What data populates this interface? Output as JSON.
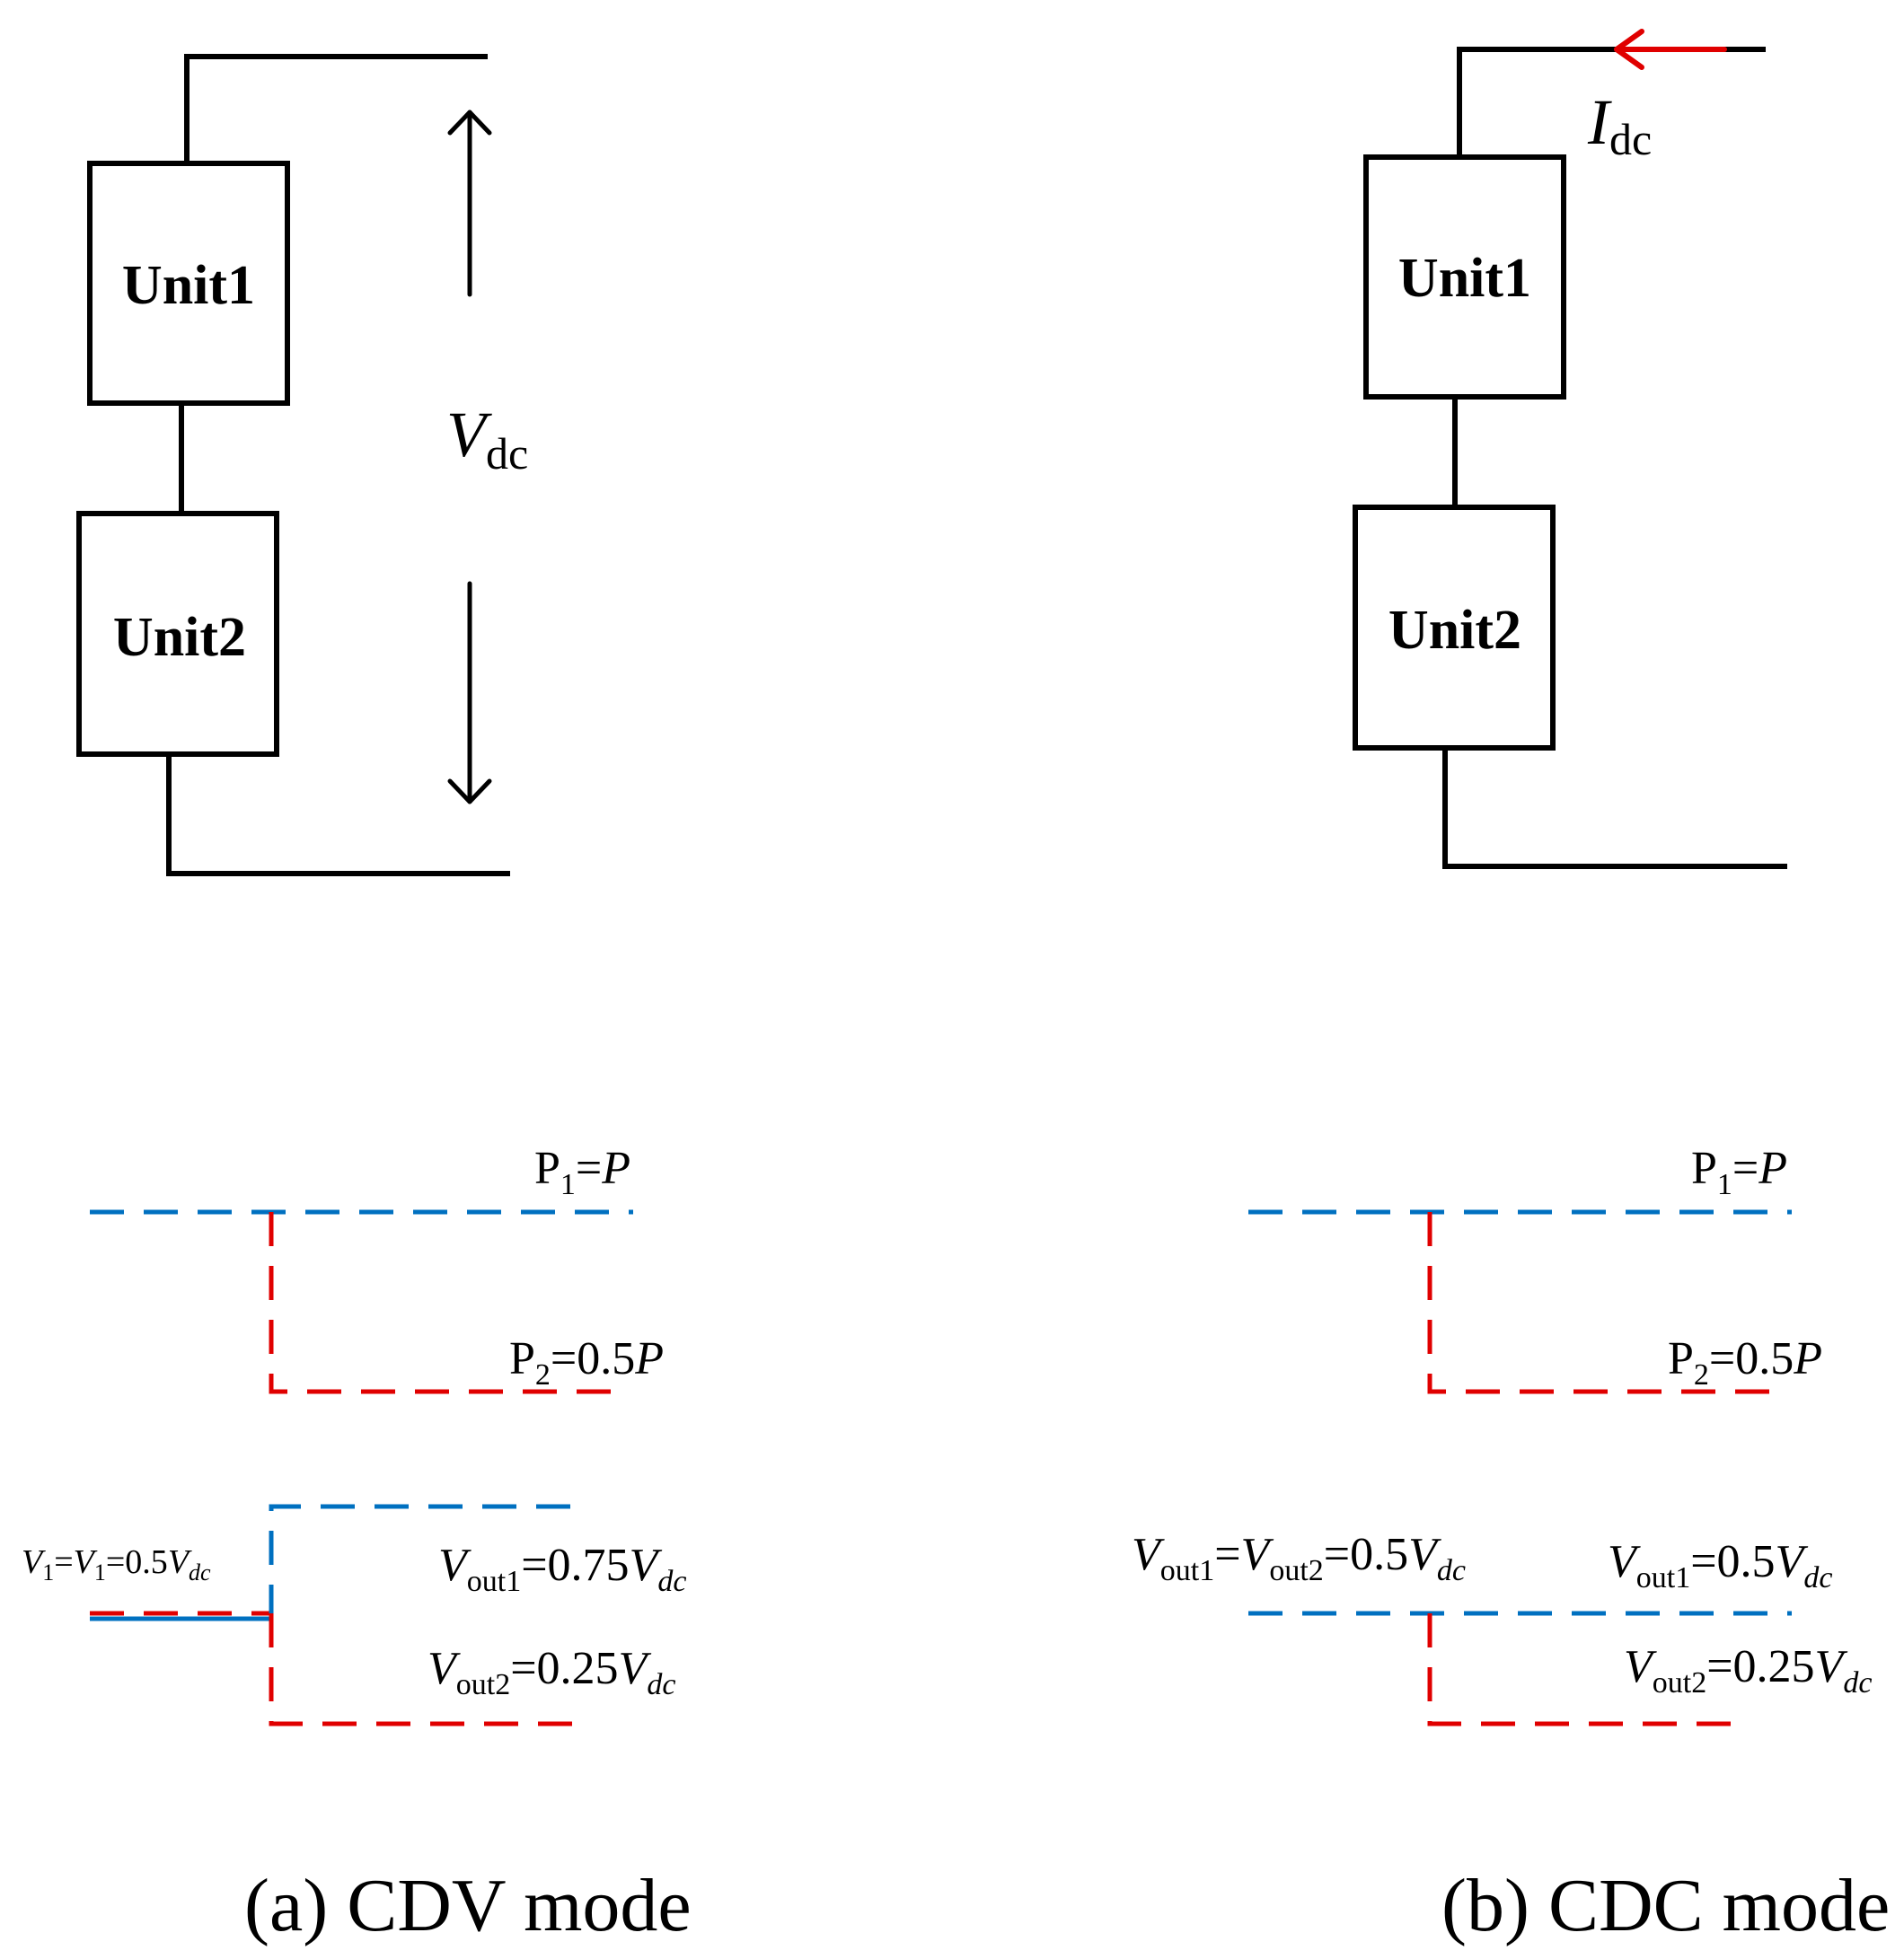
{
  "panel_a": {
    "circuit": {
      "unit1_label": "Unit1",
      "unit2_label": "Unit2",
      "voltage_symbol": "V",
      "voltage_subscript": "dc"
    },
    "waveform": {
      "p1_label": {
        "base": "P",
        "sub": "1",
        "eq": "=",
        "var": "P"
      },
      "p2_label": {
        "base": "P",
        "sub": "2",
        "eq": "=0.5",
        "var": "P"
      },
      "v_left_label": {
        "v1a": "V",
        "sub1": "1",
        "eq1": "=",
        "v1b": "V",
        "sub2": "1",
        "eq2": "=0.5",
        "v3": "V",
        "sub3": "dc"
      },
      "vout1_label": {
        "v": "V",
        "sub": "out1",
        "eq": "=0.75",
        "v2": "V",
        "sub2": "dc"
      },
      "vout2_label": {
        "v": "V",
        "sub": "out2",
        "eq": "=0.25",
        "v2": "V",
        "sub2": "dc"
      }
    },
    "caption": "(a) CDV mode"
  },
  "panel_b": {
    "circuit": {
      "unit1_label": "Unit1",
      "unit2_label": "Unit2",
      "current_symbol": "I",
      "current_subscript": "dc"
    },
    "waveform": {
      "p1_label": {
        "base": "P",
        "sub": "1",
        "eq": "=",
        "var": "P"
      },
      "p2_label": {
        "base": "P",
        "sub": "2",
        "eq": "=0.5",
        "var": "P"
      },
      "v_left_label": {
        "v1": "V",
        "sub1": "out1",
        "eq1": "=",
        "v2": "V",
        "sub2": "out2",
        "eq2": "=0.5",
        "v3": "V",
        "sub3": "dc"
      },
      "vout1_label": {
        "v": "V",
        "sub": "out1",
        "eq": "=0.5",
        "v2": "V",
        "sub2": "dc"
      },
      "vout2_label": {
        "v": "V",
        "sub": "out2",
        "eq": "=0.25",
        "v2": "V",
        "sub2": "dc"
      }
    },
    "caption": "(b) CDC mode"
  },
  "colors": {
    "wire": "#000000",
    "blue_trace": "#0070c0",
    "red_trace": "#e00000",
    "background": "#ffffff"
  }
}
